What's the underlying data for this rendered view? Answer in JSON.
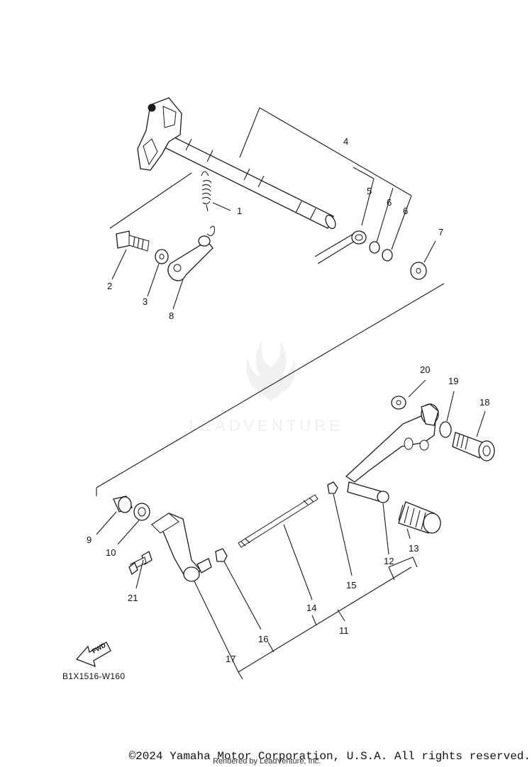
{
  "diagram": {
    "callouts": [
      "1",
      "2",
      "3",
      "4",
      "5",
      "6",
      "6",
      "7",
      "8",
      "9",
      "10",
      "11",
      "12",
      "13",
      "14",
      "15",
      "16",
      "17",
      "18",
      "19",
      "20",
      "21"
    ],
    "diagram_code": "B1X1516-W160",
    "fwd_label": "FWD",
    "watermark": "LEADVENTURE"
  },
  "footer": {
    "copyright": "©2024 Yamaha Motor Corporation, U.S.A. All rights reserved.",
    "rendered_by": "Rendered by LeadVenture, Inc."
  }
}
